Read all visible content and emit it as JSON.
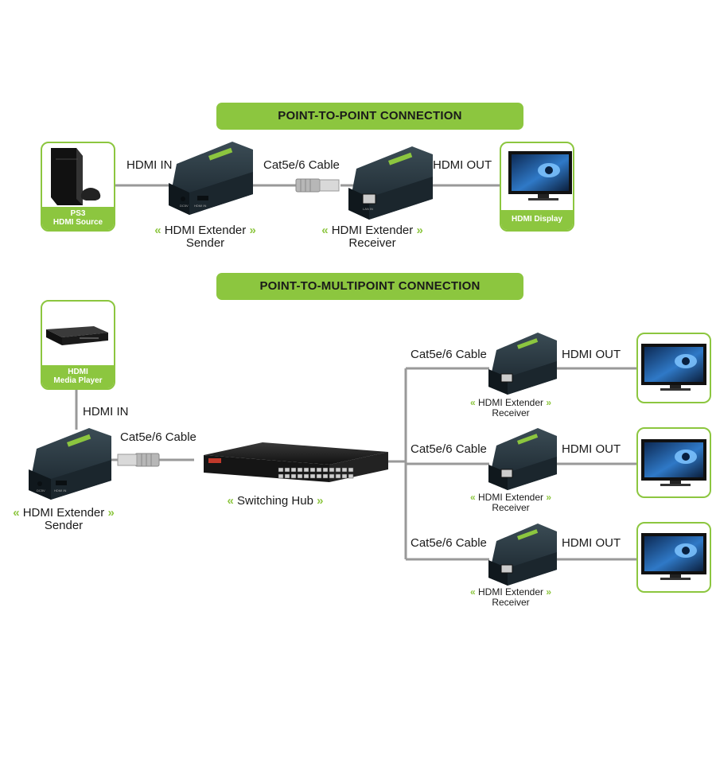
{
  "banners": {
    "p2p": "POINT-TO-POINT CONNECTION",
    "p2m": "POINT-TO-MULTIPOINT CONNECTION"
  },
  "p2p": {
    "source_card": {
      "line1": "PS3",
      "line2": "HDMI Source"
    },
    "display_card": {
      "line1": "HDMI Display"
    },
    "hdmi_in": "HDMI IN",
    "cable": "Cat5e/6 Cable",
    "hdmi_out": "HDMI OUT",
    "sender": {
      "line1": "HDMI Extender",
      "line2": "Sender"
    },
    "receiver": {
      "line1": "HDMI Extender",
      "line2": "Receiver"
    }
  },
  "p2m": {
    "source_card": {
      "line1": "HDMI",
      "line2": "Media Player"
    },
    "hdmi_in": "HDMI IN",
    "cable": "Cat5e/6 Cable",
    "sender": {
      "line1": "HDMI Extender",
      "line2": "Sender"
    },
    "hub": "Switching Hub",
    "branches": [
      {
        "cable": "Cat5e/6 Cable",
        "hdmi_out": "HDMI OUT",
        "line1": "HDMI Extender",
        "line2": "Receiver"
      },
      {
        "cable": "Cat5e/6 Cable",
        "hdmi_out": "HDMI OUT",
        "line1": "HDMI Extender",
        "line2": "Receiver"
      },
      {
        "cable": "Cat5e/6 Cable",
        "hdmi_out": "HDMI OUT",
        "line1": "HDMI Extender",
        "line2": "Receiver"
      }
    ]
  },
  "chevrons": {
    "left": "«",
    "right": "»"
  },
  "colors": {
    "accent": "#8cc63f",
    "device": "#1e2a30",
    "cable": "#999999"
  },
  "device_print": {
    "sender_port1": "DC5V",
    "sender_port2": "HDMI IN",
    "receiver_port": "LAN IN"
  }
}
